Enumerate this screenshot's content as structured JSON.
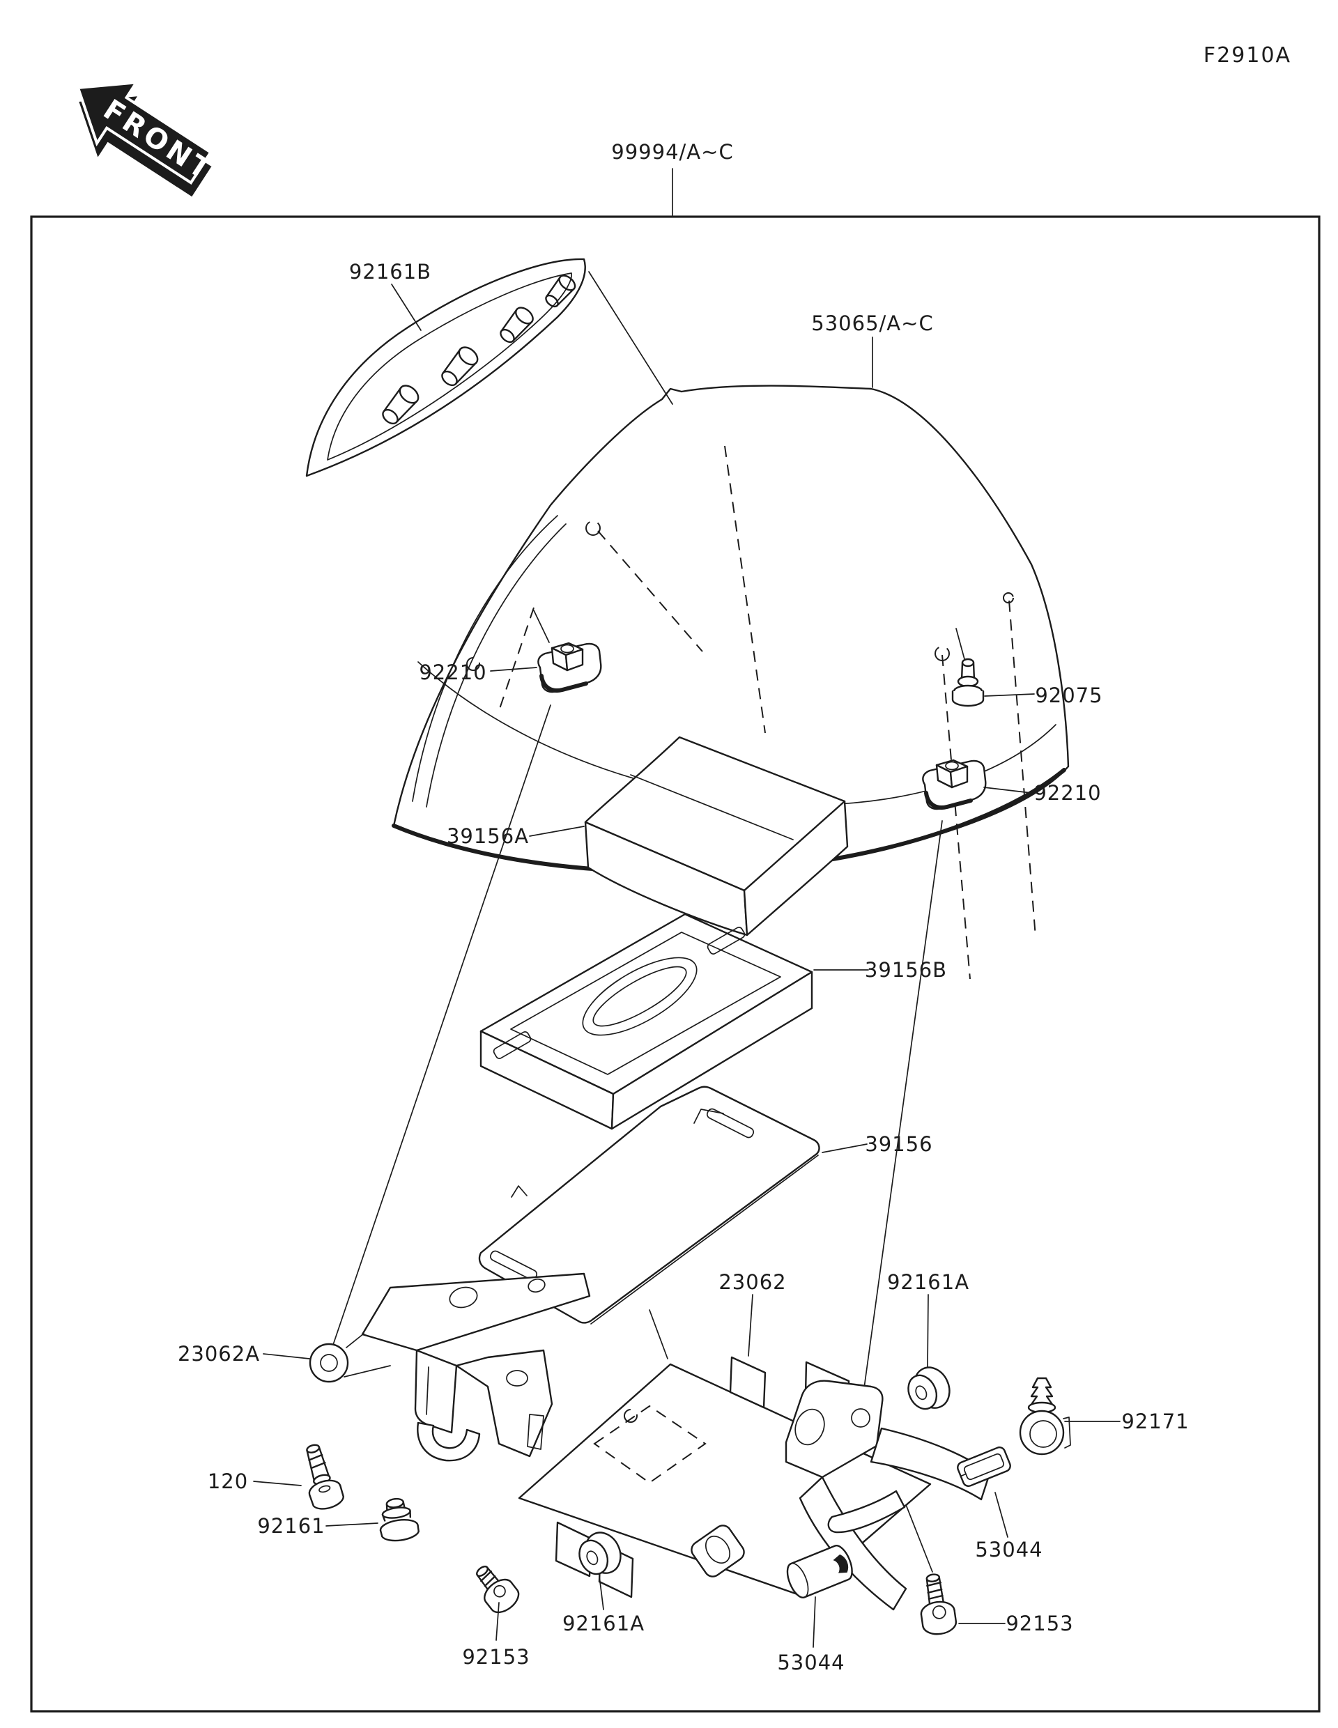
{
  "figure": {
    "code": "F2910A"
  },
  "front_marker": {
    "label": "FRONT"
  },
  "kit": {
    "label": "99994/A~C"
  },
  "callouts": [
    {
      "text": "92161B"
    },
    {
      "text": "53065/A~C"
    },
    {
      "text": "92210"
    },
    {
      "text": "92075"
    },
    {
      "text": "92210"
    },
    {
      "text": "39156A"
    },
    {
      "text": "39156B"
    },
    {
      "text": "39156"
    },
    {
      "text": "23062"
    },
    {
      "text": "92161A"
    },
    {
      "text": "23062A"
    },
    {
      "text": "92171"
    },
    {
      "text": "120"
    },
    {
      "text": "92161"
    },
    {
      "text": "53044"
    },
    {
      "text": "92153"
    },
    {
      "text": "92161A"
    },
    {
      "text": "53044"
    },
    {
      "text": "92153"
    }
  ],
  "colors": {
    "ink": "#1c1c1c",
    "paper": "#ffffff"
  }
}
